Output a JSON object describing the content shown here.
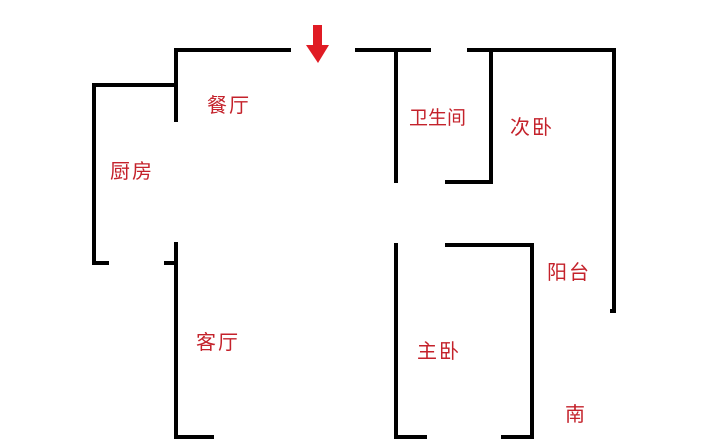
{
  "colors": {
    "wall": "#000000",
    "label": "#c4222b",
    "arrow": "#e01b24"
  },
  "entrance_arrow": {
    "icon": "arrow-down-icon"
  },
  "rooms": {
    "dining": "餐厅",
    "kitchen": "厨房",
    "bathroom": "卫生间",
    "second_bedroom": "次卧",
    "balcony": "阳台",
    "living_room": "客厅",
    "master_bedroom": "主卧"
  },
  "orientation": "南"
}
